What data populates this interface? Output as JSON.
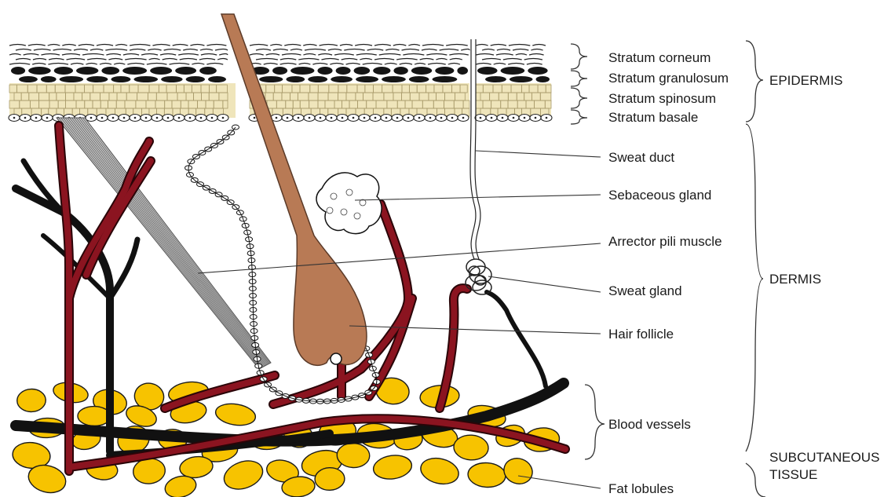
{
  "layer_labels": {
    "stratum_corneum": "Stratum corneum",
    "stratum_granulosum": "Stratum granulosum",
    "stratum_spinosum": "Stratum spinosum",
    "stratum_basale": "Stratum basale"
  },
  "structure_labels": {
    "sweat_duct": "Sweat duct",
    "sebaceous_gland": "Sebaceous gland",
    "arrector_pili_muscle": "Arrector pili muscle",
    "sweat_gland": "Sweat gland",
    "hair_follicle": "Hair follicle",
    "blood_vessels": "Blood vessels",
    "fat_lobules": "Fat lobules"
  },
  "region_labels": {
    "epidermis": "EPIDERMIS",
    "dermis": "DERMIS",
    "subcutaneous_line1": "SUBCUTANEOUS",
    "subcutaneous_line2": "TISSUE"
  },
  "colors": {
    "hair": "#b87a55",
    "hair_outline": "#5a3a28",
    "vessel_red": "#8b1420",
    "vessel_dark": "#111111",
    "fat": "#f7c300",
    "spinosum": "#efe5bb",
    "muscle": "#9a9a9a"
  }
}
